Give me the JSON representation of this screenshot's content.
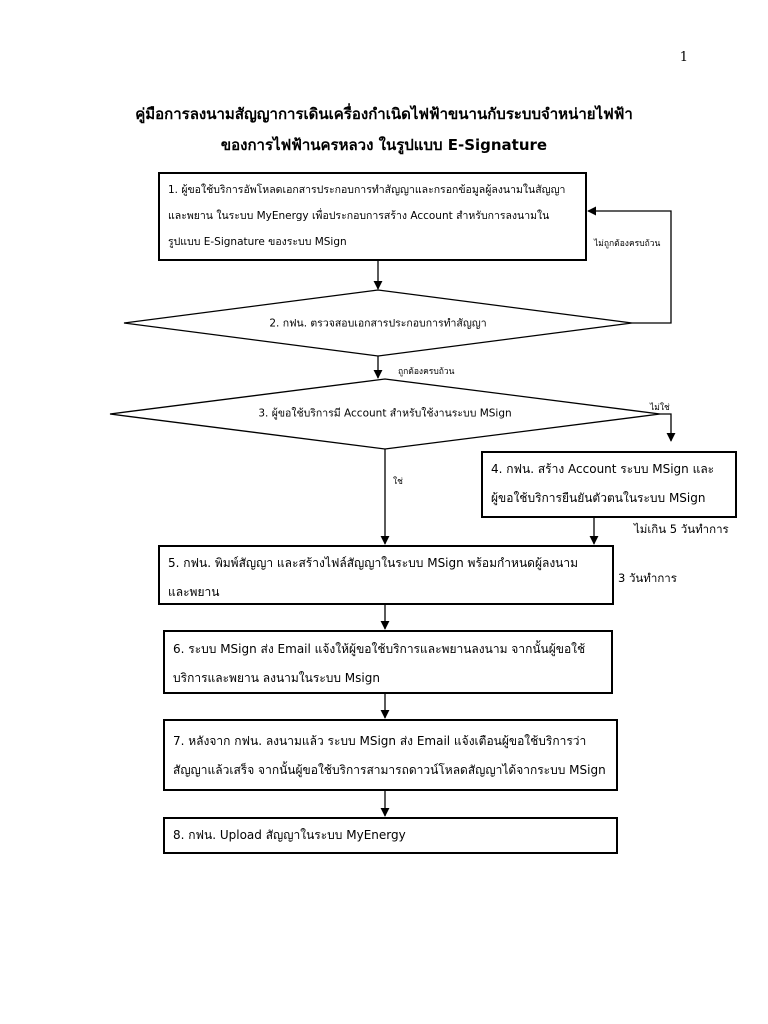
{
  "page_number": "1",
  "title": {
    "line1": "คู่มือการลงนามสัญญาการเดินเครื่องกำเนิดไฟฟ้าขนานกับระบบจำหน่ายไฟฟ้า",
    "line2": "ของการไฟฟ้านครหลวง ในรูปแบบ E-Signature"
  },
  "steps": {
    "s1": {
      "line1": "1. ผู้ขอใช้บริการอัพโหลดเอกสารประกอบการทำสัญญาและกรอกข้อมูลผู้ลงนามในสัญญา",
      "line2": "และพยาน ในระบบ MyEnergy เพื่อประกอบการสร้าง Account สำหรับการลงนามใน",
      "line3": "รูปแบบ E-Signature ของระบบ MSign"
    },
    "s2": "2. กฟน. ตรวจสอบเอกสารประกอบการทำสัญญา",
    "s3": "3. ผู้ขอใช้บริการมี Account สำหรับใช้งานระบบ MSign",
    "s4": {
      "line1": "4. กฟน. สร้าง Account ระบบ MSign และ",
      "line2": "ผู้ขอใช้บริการยืนยันตัวตนในระบบ MSign"
    },
    "s5": {
      "line1": "5. กฟน. พิมพ์สัญญา และสร้างไฟล์สัญญาในระบบ MSign พร้อมกำหนดผู้ลงนาม",
      "line2": "และพยาน"
    },
    "s6": {
      "line1": "6. ระบบ MSign ส่ง Email แจ้งให้ผู้ขอใช้บริการและพยานลงนาม จากนั้นผู้ขอใช้",
      "line2": "บริการและพยาน ลงนามในระบบ Msign"
    },
    "s7": {
      "line1": "7. หลังจาก กฟน. ลงนามแล้ว ระบบ MSign ส่ง Email แจ้งเตือนผู้ขอใช้บริการว่า",
      "line2": "สัญญาแล้วเสร็จ จากนั้นผู้ขอใช้บริการสามารถดาวน์โหลดสัญญาได้จากระบบ MSign"
    },
    "s8": "8. กฟน. Upload สัญญาในระบบ MyEnergy"
  },
  "edge_labels": {
    "incomplete": "ไม่ถูกต้องครบถ้วน",
    "complete": "ถูกต้องครบถ้วน",
    "no": "ไม่ใช่",
    "yes": "ใช่"
  },
  "durations": {
    "step4": "ไม่เกิน 5 วันทำการ",
    "step5": "3 วันทำการ"
  }
}
